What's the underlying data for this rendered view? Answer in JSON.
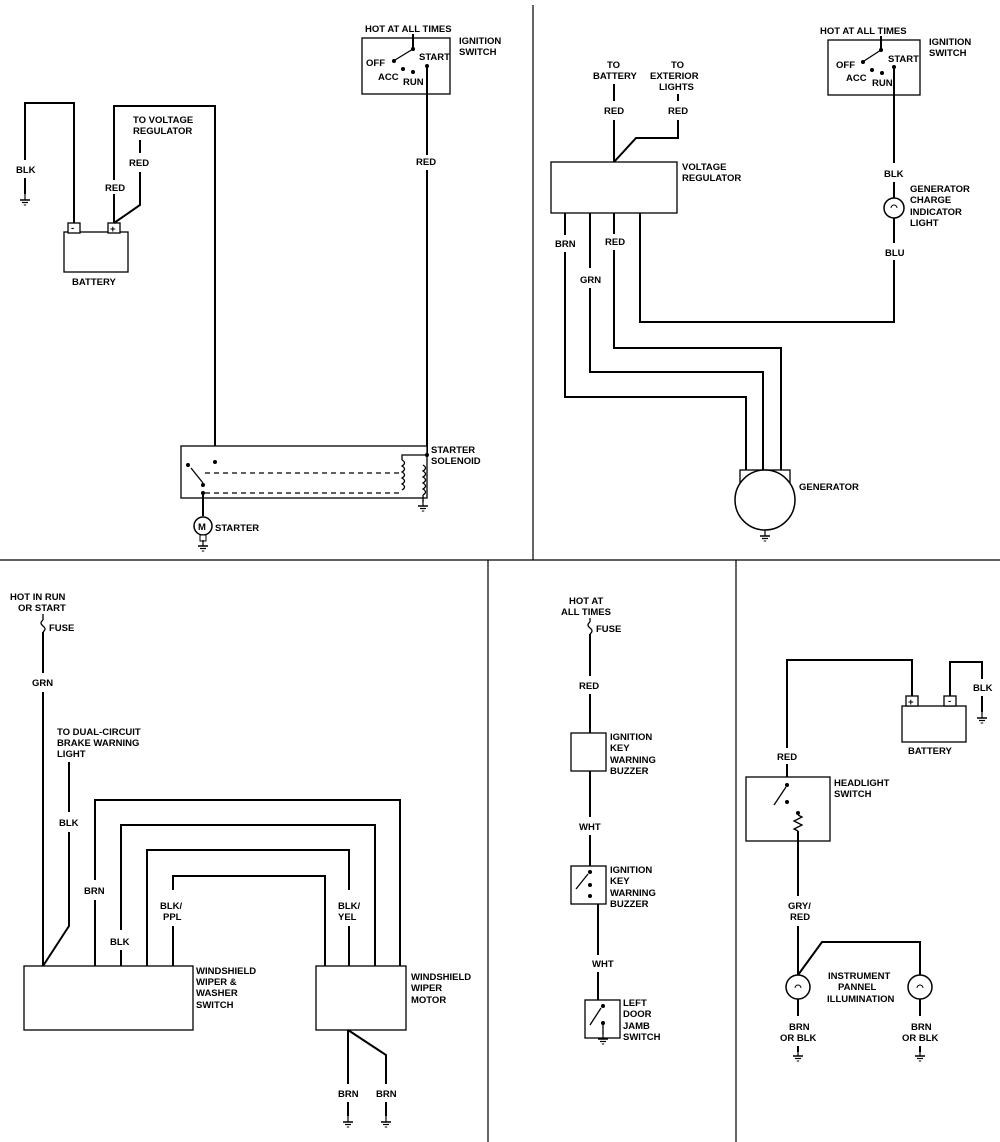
{
  "starter": {
    "hot_label": "HOT AT ALL TIMES",
    "ign_l1": "IGNITION",
    "ign_l2": "SWITCH",
    "off": "OFF",
    "acc": "ACC",
    "run": "RUN",
    "start": "START",
    "to_vr_1": "TO VOLTAGE",
    "to_vr_2": "REGULATOR",
    "red1": "RED",
    "red2": "RED",
    "red3": "RED",
    "blk": "BLK",
    "battery": "BATTERY",
    "minus": "-",
    "plus": "+",
    "solenoid_1": "STARTER",
    "solenoid_2": "SOLENOID",
    "starter": "STARTER",
    "motor": "M"
  },
  "charging": {
    "to_battery_1": "TO",
    "to_battery_2": "BATTERY",
    "to_ext_1": "TO",
    "to_ext_2": "EXTERIOR",
    "to_ext_3": "LIGHTS",
    "red_a": "RED",
    "red_b": "RED",
    "red_c": "RED",
    "vr_1": "VOLTAGE",
    "vr_2": "REGULATOR",
    "brn": "BRN",
    "grn": "GRN",
    "hot_label": "HOT AT ALL TIMES",
    "ign_l1": "IGNITION",
    "ign_l2": "SWITCH",
    "off": "OFF",
    "acc": "ACC",
    "run": "RUN",
    "start": "START",
    "blk": "BLK",
    "blu": "BLU",
    "lamp_1": "GENERATOR",
    "lamp_2": "CHARGE",
    "lamp_3": "INDICATOR",
    "lamp_4": "LIGHT",
    "generator": "GENERATOR"
  },
  "wiper": {
    "hot_1": "HOT IN RUN",
    "hot_2": "OR START",
    "fuse": "FUSE",
    "grn": "GRN",
    "brake_1": "TO DUAL-CIRCUIT",
    "brake_2": "BRAKE WARNING",
    "brake_3": "LIGHT",
    "blk_a": "BLK",
    "brn_a": "BRN",
    "blk_b": "BLK",
    "blkppl_1": "BLK/",
    "blkppl_2": "PPL",
    "blkyel_1": "BLK/",
    "blkyel_2": "YEL",
    "sw_1": "WINDSHIELD",
    "sw_2": "WIPER &",
    "sw_3": "WASHER",
    "sw_4": "SWITCH",
    "mot_1": "WINDSHIELD",
    "mot_2": "WIPER",
    "mot_3": "MOTOR",
    "brn_b": "BRN",
    "brn_c": "BRN"
  },
  "buzzer": {
    "hot_1": "HOT AT",
    "hot_2": "ALL TIMES",
    "fuse": "FUSE",
    "red": "RED",
    "bz_1": "IGNITION",
    "bz_2": "KEY",
    "bz_3": "WARNING",
    "bz_4": "BUZZER",
    "wht_a": "WHT",
    "sw_1": "IGNITION",
    "sw_2": "KEY",
    "sw_3": "WARNING",
    "sw_4": "BUZZER",
    "wht_b": "WHT",
    "door_1": "LEFT",
    "door_2": "DOOR",
    "door_3": "JAMB",
    "door_4": "SWITCH"
  },
  "panel": {
    "plus": "+",
    "minus": "-",
    "blk": "BLK",
    "battery": "BATTERY",
    "red": "RED",
    "hs_1": "HEADLIGHT",
    "hs_2": "SWITCH",
    "gry_1": "GRY/",
    "gry_2": "RED",
    "ipi_1": "INSTRUMENT",
    "ipi_2": "PANNEL",
    "ipi_3": "ILLUMINATION",
    "brn1_1": "BRN",
    "brn1_2": "OR BLK",
    "brn2_1": "BRN",
    "brn2_2": "OR BLK"
  }
}
